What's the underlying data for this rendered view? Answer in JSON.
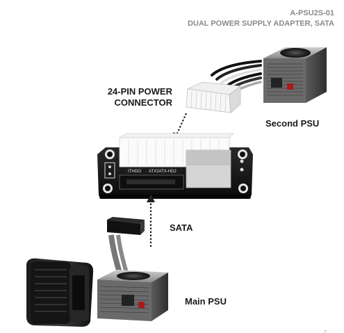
{
  "header": {
    "model_code": "A-PSU2S-01",
    "subtitle": "DUAL POWER SUPPLY ADAPTER, SATA"
  },
  "labels": {
    "connector_line1": "24-PIN POWER",
    "connector_line2": "CONNECTOR",
    "second_psu": "Second PSU",
    "sata": "SATA",
    "main_psu": "Main PSU"
  },
  "board": {
    "silkscreen_left": "ITHOO",
    "silkscreen_right": "ATX2ATX-HD2"
  },
  "footer_mark": "2"
}
